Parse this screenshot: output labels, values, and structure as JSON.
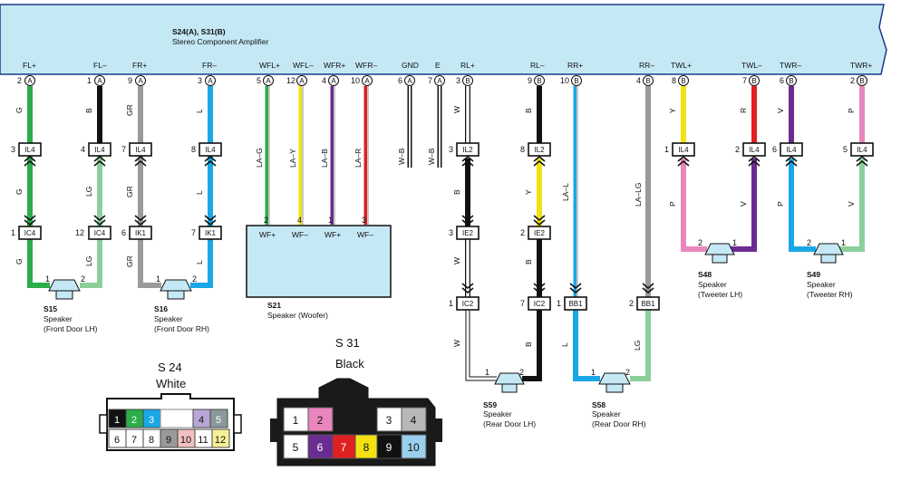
{
  "amplifier": {
    "id": "S24(A), S31(B)",
    "name": "Stereo Component Amplifier"
  },
  "amp_pins": [
    {
      "sig": "FL+",
      "pin": "2",
      "conn": "A"
    },
    {
      "sig": "FL–",
      "pin": "1",
      "conn": "A"
    },
    {
      "sig": "FR+",
      "pin": "9",
      "conn": "A"
    },
    {
      "sig": "FR–",
      "pin": "3",
      "conn": "A"
    },
    {
      "sig": "WFL+",
      "pin": "5",
      "conn": "A"
    },
    {
      "sig": "WFL–",
      "pin": "12",
      "conn": "A"
    },
    {
      "sig": "WFR+",
      "pin": "4",
      "conn": "A"
    },
    {
      "sig": "WFR–",
      "pin": "10",
      "conn": "A"
    },
    {
      "sig": "GND",
      "pin": "6",
      "conn": "A"
    },
    {
      "sig": "E",
      "pin": "7",
      "conn": "A"
    },
    {
      "sig": "RL+",
      "pin": "3",
      "conn": "B"
    },
    {
      "sig": "RL–",
      "pin": "9",
      "conn": "B"
    },
    {
      "sig": "RR+",
      "pin": "10",
      "conn": "B"
    },
    {
      "sig": "RR–",
      "pin": "4",
      "conn": "B"
    },
    {
      "sig": "TWL+",
      "pin": "8",
      "conn": "B"
    },
    {
      "sig": "TWL–",
      "pin": "7",
      "conn": "B"
    },
    {
      "sig": "TWR–",
      "pin": "6",
      "conn": "B"
    },
    {
      "sig": "TWR+",
      "pin": "2",
      "conn": "B"
    }
  ],
  "wire_codes": {
    "fl_pos_top": "G",
    "fl_neg_top": "B",
    "fr_pos_top": "GR",
    "fr_neg_top": "L",
    "fl_pos_mid": "G",
    "fl_neg_mid": "LG",
    "fr_pos_mid": "GR",
    "fr_neg_mid": "L",
    "fl_pos_bot": "G",
    "fl_neg_bot": "LG",
    "fr_pos_bot": "GR",
    "fr_neg_bot": "L",
    "wfl_pos": "LA–G",
    "wfl_neg": "LA–Y",
    "wfr_pos": "LA–B",
    "wfr_neg": "LA–R",
    "gnd": "W–B",
    "e": "W–B",
    "rl_pos_top": "W",
    "rl_neg_top": "B",
    "rl_pos_mid": "B",
    "rl_neg_mid": "Y",
    "rl_pos_low": "W",
    "rl_neg_low": "B",
    "rl_pos_bot": "W",
    "rl_neg_bot": "B",
    "rr_pos_top": "LA–L",
    "rr_neg_top": "LA–LG",
    "rr_pos_bot": "L",
    "rr_neg_bot": "LG",
    "twl_pos_top": "Y",
    "twl_neg_top": "R",
    "twr_neg_top": "V",
    "twr_pos_top": "P",
    "twl_pos_bot": "P",
    "twl_neg_bot": "V",
    "twr_neg_bot": "P",
    "twr_pos_bot": "V"
  },
  "connectors": {
    "il4_a": {
      "name": "IL4",
      "pin": "3"
    },
    "il4_b": {
      "name": "IL4",
      "pin": "4"
    },
    "il4_c": {
      "name": "IL4",
      "pin": "7"
    },
    "il4_d": {
      "name": "IL4",
      "pin": "8"
    },
    "ic4_a": {
      "name": "IC4",
      "pin": "1"
    },
    "ic4_b": {
      "name": "IC4",
      "pin": "12"
    },
    "ik1_a": {
      "name": "IK1",
      "pin": "6"
    },
    "ik1_b": {
      "name": "IK1",
      "pin": "7"
    },
    "il2_a": {
      "name": "IL2",
      "pin": "3"
    },
    "il2_b": {
      "name": "IL2",
      "pin": "8"
    },
    "ie2_a": {
      "name": "IE2",
      "pin": "3"
    },
    "ie2_b": {
      "name": "IE2",
      "pin": "2"
    },
    "ic2_a": {
      "name": "IC2",
      "pin": "1"
    },
    "ic2_b": {
      "name": "IC2",
      "pin": "7"
    },
    "bb1_a": {
      "name": "BB1",
      "pin": "1"
    },
    "bb1_b": {
      "name": "BB1",
      "pin": "2"
    },
    "il4_e": {
      "name": "IL4",
      "pin": "1"
    },
    "il4_f": {
      "name": "IL4",
      "pin": "2"
    },
    "il4_g": {
      "name": "IL4",
      "pin": "6"
    },
    "il4_h": {
      "name": "IL4",
      "pin": "5"
    }
  },
  "woofer": {
    "id": "S21",
    "name": "Speaker (Woofer)",
    "pins": [
      {
        "n": "2",
        "sig": "WF+"
      },
      {
        "n": "4",
        "sig": "WF–"
      },
      {
        "n": "1",
        "sig": "WF+"
      },
      {
        "n": "3",
        "sig": "WF–"
      }
    ]
  },
  "speakers": [
    {
      "id": "S15",
      "name": "Speaker",
      "loc": "(Front Door LH)",
      "pin_a": "1",
      "pin_b": "2"
    },
    {
      "id": "S16",
      "name": "Speaker",
      "loc": "(Front Door RH)",
      "pin_a": "1",
      "pin_b": "2"
    },
    {
      "id": "S59",
      "name": "Speaker",
      "loc": "(Rear Door LH)",
      "pin_a": "1",
      "pin_b": "2"
    },
    {
      "id": "S58",
      "name": "Speaker",
      "loc": "(Rear Door RH)",
      "pin_a": "1",
      "pin_b": "2"
    },
    {
      "id": "S48",
      "name": "Speaker",
      "loc": "(Tweeter LH)",
      "pin_a": "2",
      "pin_b": "1"
    },
    {
      "id": "S49",
      "name": "Speaker",
      "loc": "(Tweeter RH)",
      "pin_a": "2",
      "pin_b": "1"
    }
  ],
  "s24": {
    "title": "S 24",
    "color": "White",
    "top": [
      "1",
      "2",
      "3",
      "",
      "4",
      "5"
    ],
    "bottom": [
      "6",
      "7",
      "8",
      "9",
      "10",
      "11",
      "12"
    ]
  },
  "s31": {
    "title": "S 31",
    "color": "Black",
    "top": [
      "1",
      "2",
      "",
      "3",
      "4"
    ],
    "bottom": [
      "5",
      "6",
      "7",
      "8",
      "9",
      "10"
    ]
  },
  "colors": {
    "amp_fill": "#c5e8f5",
    "green": "#2aae4a",
    "lightgreen": "#8ccf9a",
    "black": "#111111",
    "gray": "#9a9a9a",
    "blue": "#1aa7e6",
    "yellow": "#f2e212",
    "red": "#e02020",
    "purple": "#6b2c91",
    "pink": "#ea86be"
  }
}
